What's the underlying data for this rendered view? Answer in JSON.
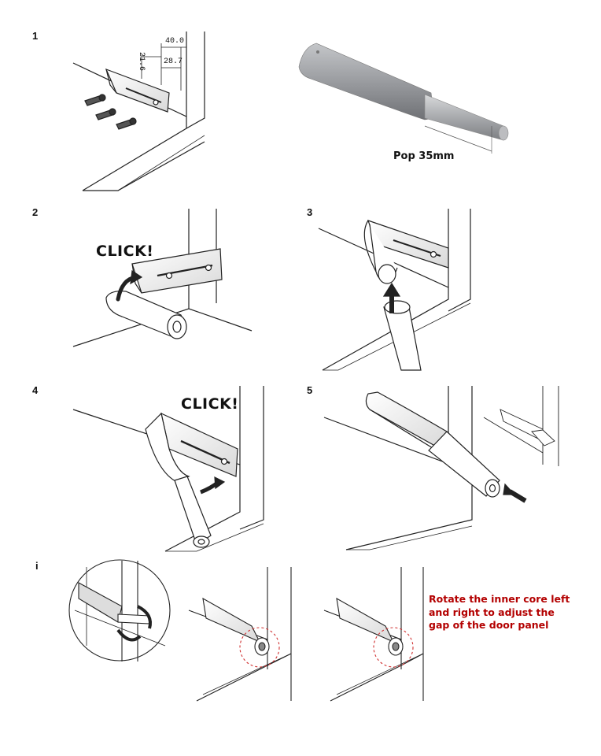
{
  "colors": {
    "note": "#b30000",
    "line": "#222222",
    "body_grey": "#9a9ca0",
    "dash": "#d03030"
  },
  "steps": [
    {
      "label": "1"
    },
    {
      "label": "2"
    },
    {
      "label": "3"
    },
    {
      "label": "4"
    },
    {
      "label": "5"
    },
    {
      "label": "i"
    }
  ],
  "dimensions": {
    "d1": "21.6",
    "d2": "40.0",
    "d3": "28.7"
  },
  "product": {
    "caption": "Pop 35mm"
  },
  "click_texts": {
    "step2": "CLICK!",
    "step4": "CLICK!"
  },
  "note": {
    "lines": [
      "Rotate the inner core left",
      "and right to adjust the",
      "gap of the door panel"
    ]
  }
}
